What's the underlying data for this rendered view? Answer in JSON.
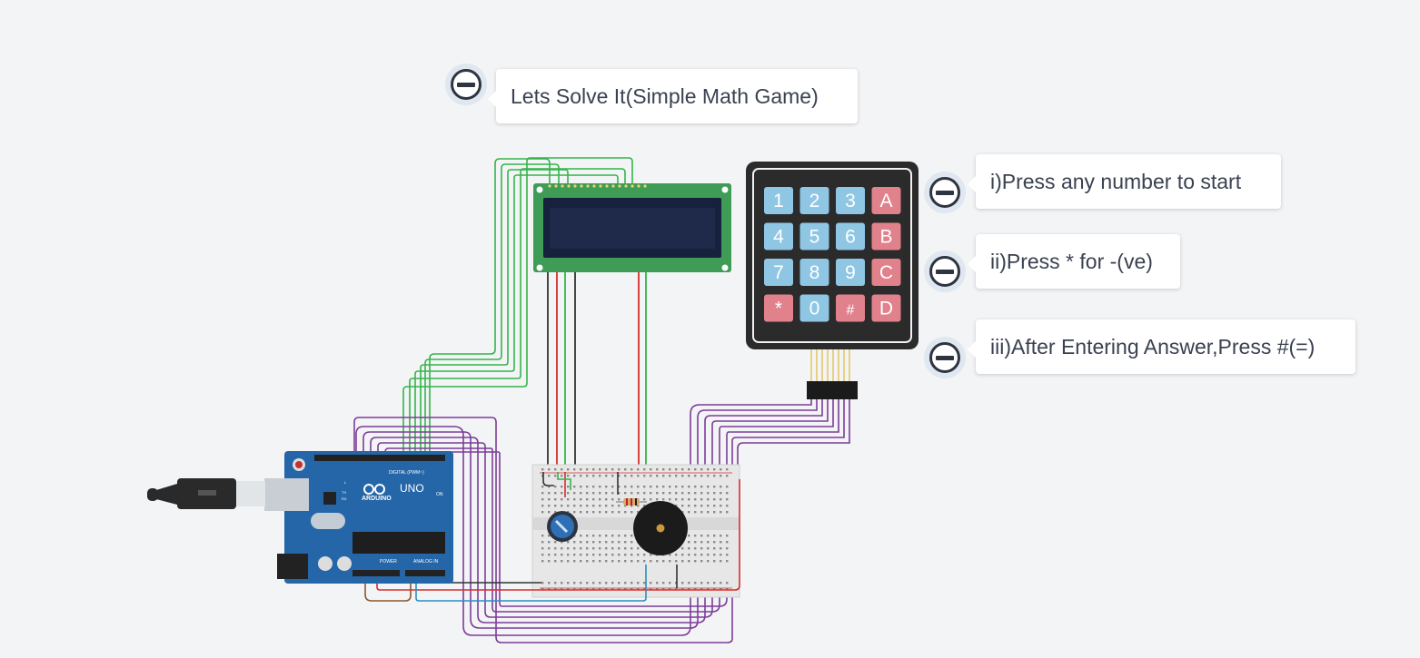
{
  "notes": [
    {
      "id": "title",
      "text": "Lets Solve It(Simple Math Game)"
    },
    {
      "id": "note1",
      "text": "i)Press any number  to start"
    },
    {
      "id": "note2",
      "text": "ii)Press * for -(ve)"
    },
    {
      "id": "note3",
      "text": "iii)After Entering Answer,Press #(=)"
    }
  ],
  "keypad": {
    "keys": [
      [
        "1",
        "2",
        "3",
        "A"
      ],
      [
        "4",
        "5",
        "6",
        "B"
      ],
      [
        "7",
        "8",
        "9",
        "C"
      ],
      [
        "*",
        "0",
        "#",
        "D"
      ]
    ],
    "number_key_color": "#8fc6e4",
    "letter_key_color": "#e0818b"
  },
  "arduino": {
    "brand": "ARDUINO",
    "model": "UNO",
    "digital_label": "DIGITAL (PWM~)",
    "power_label": "POWER",
    "analog_label": "ANALOG IN",
    "on_label": "ON",
    "tx_label": "TX",
    "rx_label": "RX",
    "l_label": "L"
  },
  "colors": {
    "board_blue": "#2566a8",
    "lcd_green": "#3f9c57",
    "lcd_screen": "#1f2a4a",
    "wire_green": "#35b44a",
    "wire_purple": "#7d3c98",
    "wire_red": "#d62d2d",
    "wire_black": "#333333",
    "wire_brown": "#8b5a2b",
    "wire_blue": "#2a8fc1"
  }
}
